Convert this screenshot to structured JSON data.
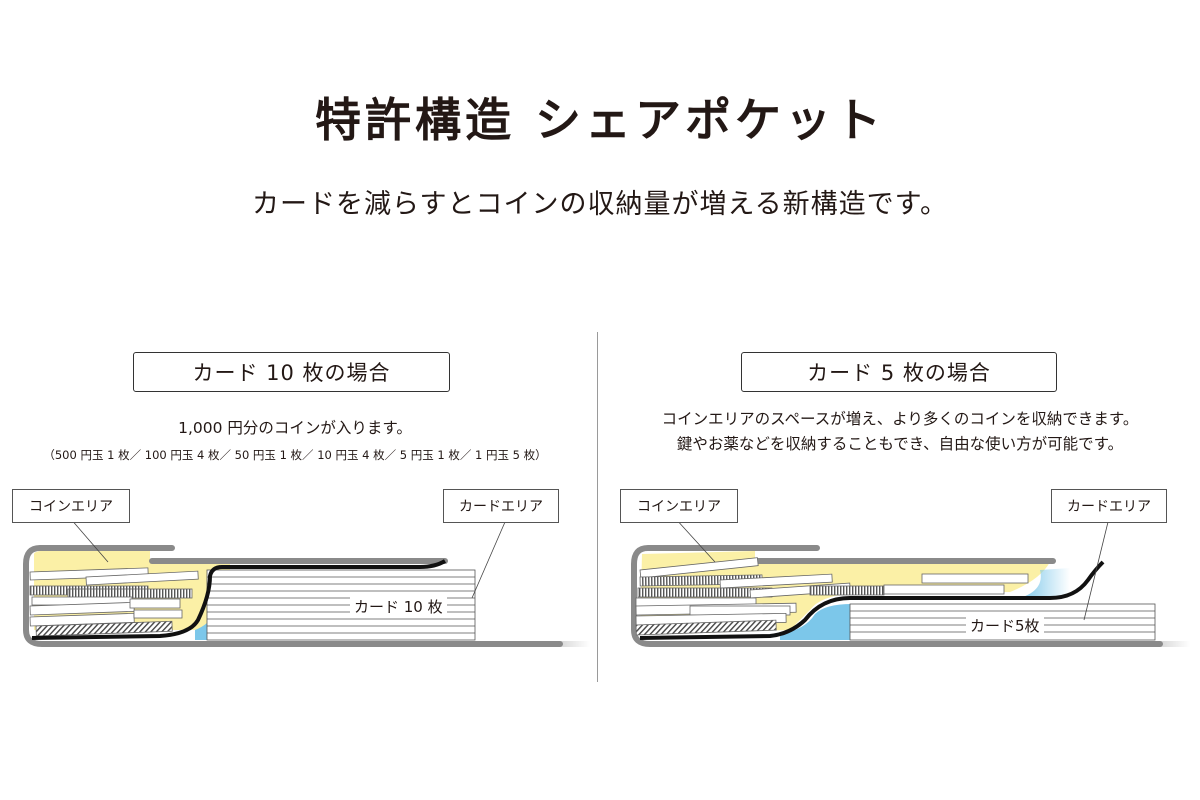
{
  "header": {
    "title": "特許構造 シェアポケット",
    "subtitle": "カードを減らすとコインの収納量が増える新構造です。"
  },
  "panels": [
    {
      "case_label": "カード 10 枚の場合",
      "description_lines": [
        "1,000 円分のコインが入ります。"
      ],
      "coin_breakdown": "（500 円玉 1 枚／ 100 円玉 4 枚／ 50 円玉 1 枚／ 10 円玉 4 枚／ 5 円玉 1 枚／ 1 円玉 5 枚）",
      "coin_area_label": "コインエリア",
      "card_area_label": "カードエリア",
      "card_stack_label": "カード 10 枚",
      "card_count": 10
    },
    {
      "case_label": "カード 5 枚の場合",
      "description_lines": [
        "コインエリアのスペースが増え、より多くのコインを収納できます。",
        "鍵やお薬などを収納することもでき、自由な使い方が可能です。"
      ],
      "coin_area_label": "コインエリア",
      "card_area_label": "カードエリア",
      "card_stack_label": "カード5枚",
      "card_count": 5
    }
  ],
  "colors": {
    "text": "#231815",
    "coin_area": "#fbf0a6",
    "card_gap": "#7cc7ea",
    "shell": "#8a8a8a",
    "divider_membrane": "#111111",
    "coin_face": "#ffffff"
  }
}
